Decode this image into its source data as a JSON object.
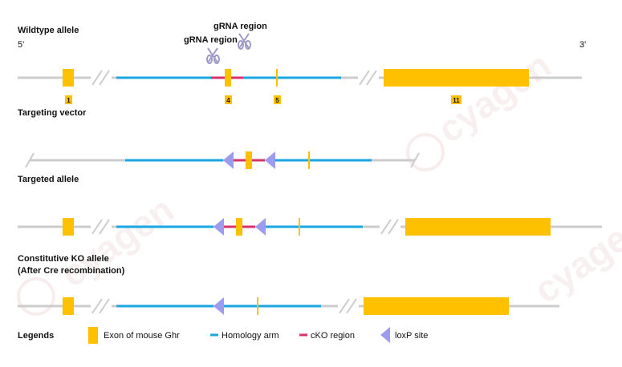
{
  "colors": {
    "backbone": "#cccccc",
    "exon": "#ffc000",
    "homology_arm": "#1aa6e0",
    "cko_region": "#d6336c",
    "loxp": "#9b9bf0",
    "scissors": "#9e9ac8",
    "watermark": "#f3e3e3"
  },
  "wildtype": {
    "label": "Wildtype allele",
    "five_prime": "5'",
    "three_prime": "3'",
    "grna_label_1": "gRNA region",
    "grna_label_2": "gRNA region",
    "exon_labels": [
      "1",
      "4",
      "5",
      "11"
    ]
  },
  "targeting_vector": {
    "label": "Targeting vector"
  },
  "targeted_allele": {
    "label": "Targeted allele"
  },
  "ko_allele": {
    "label_line1": "Constitutive KO allele",
    "label_line2": "(After Cre recombination)"
  },
  "legend": {
    "title": "Legends",
    "exon": "Exon of mouse Ghr",
    "homology_arm": "Homology arm",
    "cko_region": "cKO region",
    "loxp": "loxP site"
  },
  "watermark": {
    "text": "cyagen"
  }
}
